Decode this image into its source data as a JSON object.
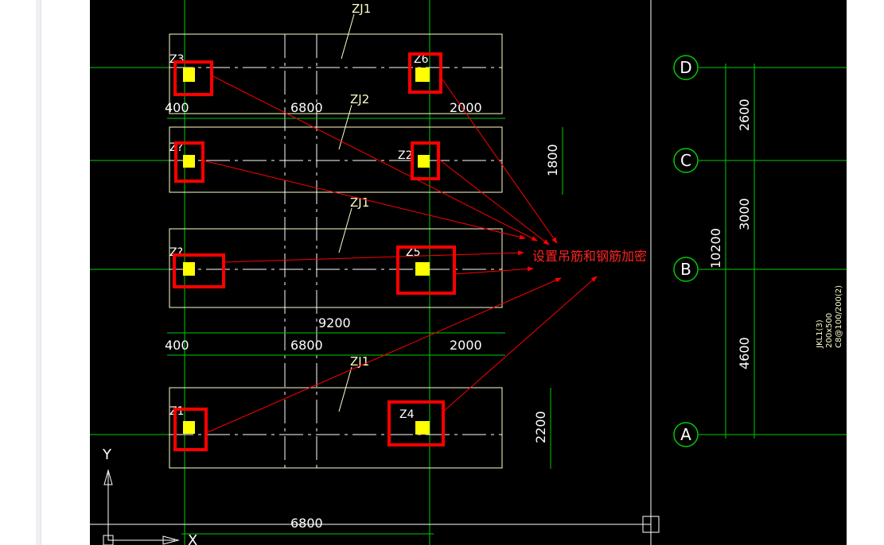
{
  "drawing": {
    "annotation_label": "设置吊筋和钢筋加密",
    "beam_labels": [
      "ZJ1",
      "ZJ2",
      "ZJ1",
      "ZJ1"
    ],
    "column_labels": [
      "Z3",
      "Z6",
      "Z?",
      "Z2",
      "Z?",
      "Z5",
      "Z1",
      "Z4"
    ],
    "dimensions": {
      "top_row": [
        "400",
        "6800",
        "2000"
      ],
      "mid_row": [
        "400",
        "6800",
        "2000"
      ],
      "mid_total": "9200",
      "bottom": "6800",
      "right_1800": "1800",
      "right_2200": "2200",
      "axis_top": "2600",
      "axis_mid": "3000",
      "axis_bottom": "4600",
      "axis_total": "10200"
    },
    "axes": [
      "D",
      "C",
      "B",
      "A"
    ],
    "beam_note": [
      "JKL1(3)",
      "200x500",
      "C8@100/200(2)"
    ],
    "ucs": {
      "y": "Y",
      "x": "X"
    },
    "colors": {
      "background": "#000000",
      "grid_line": "#00ff00",
      "outline": "#ffffcc",
      "highlight": "#ff0000",
      "column_fill": "#ffff00",
      "text": "#ffffff"
    }
  }
}
